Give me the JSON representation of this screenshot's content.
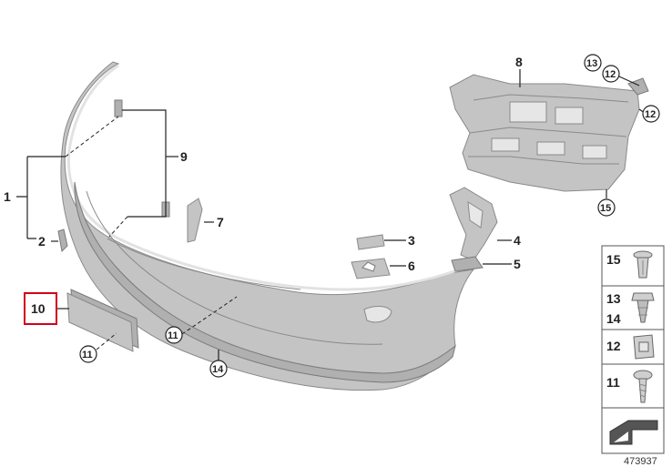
{
  "diagram": {
    "callouts": {
      "c1": "1",
      "c2": "2",
      "c3": "3",
      "c4": "4",
      "c5": "5",
      "c6": "6",
      "c7": "7",
      "c8": "8",
      "c9": "9",
      "c10": "10",
      "c11a": "11",
      "c11b": "11",
      "c12a": "12",
      "c12b": "12",
      "c13": "13",
      "c14": "14",
      "c15": "15"
    },
    "highlight_color": "#d0021b",
    "legend": {
      "rows": [
        {
          "labels": [
            "15"
          ],
          "icon": "push-rivet-icon"
        },
        {
          "labels": [
            "13",
            "14"
          ],
          "icon": "expanding-nut-icon"
        },
        {
          "labels": [
            "12"
          ],
          "icon": "clip-nut-icon"
        },
        {
          "labels": [
            "11"
          ],
          "icon": "screw-icon"
        }
      ],
      "l15": "15",
      "l13": "13",
      "l14": "14",
      "l12": "12",
      "l11": "11",
      "diagram_number": "473937"
    }
  }
}
